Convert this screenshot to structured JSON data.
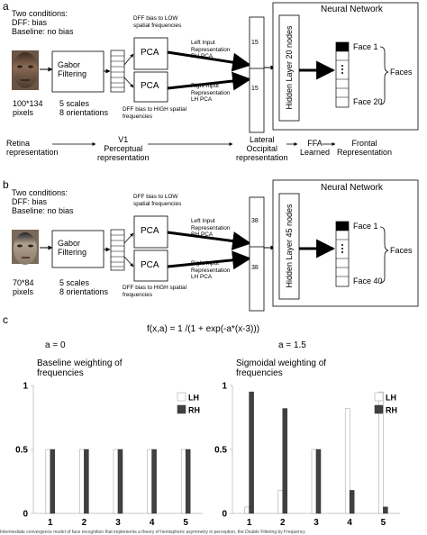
{
  "panel_a": {
    "letter": "a",
    "conditions_text": "Two conditions:\nDFF: bias\nBaseline: no bias",
    "gabor_label": "Gabor\nFiltering",
    "pixels_label": "100*134\npixels",
    "scales_label": "5 scales\n8 orientations",
    "dff_low": "DFF bias to LOW\nspatial frequencies",
    "dff_high": "DFF bias to HIGH spatial\nfrequencies",
    "pca_top": "PCA",
    "pca_bottom": "PCA",
    "left_input": "Left Input\nRepresentation\nRH PCA",
    "right_input": "Right Input\nRepresentation\nLH PCA",
    "pca_count_top": "15",
    "pca_count_bottom": "15",
    "hidden_layer": "Hidden Layer 20 nodes",
    "nn_title": "Neural Network",
    "face_first": "Face 1",
    "face_last": "Face 20",
    "faces_label": "Faces"
  },
  "pathway": {
    "items": [
      "Retina\nrepresentation",
      "V1\nPerceptual\nrepresentation",
      "Lateral\nOccipital\nrepresentation",
      "FFA\nLearned",
      "Frontal\nRepresentation"
    ]
  },
  "panel_b": {
    "letter": "b",
    "conditions_text": "Two conditions:\nDFF: bias\nBaseline: no bias",
    "gabor_label": "Gabor\nFiltering",
    "pixels_label": "70*84\npixels",
    "scales_label": "5 scales\n8 orientations",
    "dff_low": "DFF bias to LOW\nspatial frequencies",
    "dff_high": "DFF bias to HIGH spatial\nfrequencies",
    "pca_top": "PCA",
    "pca_bottom": "PCA",
    "left_input": "Left Input\nRepresentation\nRH PCA",
    "right_input": "Right Input\nRepresentation\nLH PCA",
    "pca_count_top": "38",
    "pca_count_bottom": "38",
    "hidden_layer": "Hidden Layer 45 nodes",
    "nn_title": "Neural Network",
    "face_first": "Face 1",
    "face_last": "Face 40",
    "faces_label": "Faces"
  },
  "panel_c": {
    "letter": "c",
    "formula": "f(x,a) = 1 /(1 + exp(-a*(x-3)))",
    "left_a": "a = 0",
    "right_a": "a = 1.5",
    "left_title": "Baseline weighting of\nfrequencies",
    "right_title": "Sigmoidal weighting of\nfrequencies",
    "legend_lh": "LH",
    "legend_rh": "RH"
  },
  "caption": "Intermediate convergence model of face recognition that implements a theory of hemispheric asymmetry in perception, the Double Filtering by Frequency",
  "colors": {
    "lh_fill": "#ffffff",
    "rh_fill": "#404040",
    "axis": "#c8c8c8"
  },
  "chart_data": [
    {
      "type": "bar",
      "title": "Baseline weighting of frequencies",
      "categories": [
        "1",
        "2",
        "3",
        "4",
        "5"
      ],
      "series": [
        {
          "name": "LH",
          "values": [
            0.5,
            0.5,
            0.5,
            0.5,
            0.5
          ]
        },
        {
          "name": "RH",
          "values": [
            0.5,
            0.5,
            0.5,
            0.5,
            0.5
          ]
        }
      ],
      "yticks": [
        "0",
        "0.5",
        "1"
      ],
      "ylim": [
        0,
        1
      ],
      "legend": "top-right"
    },
    {
      "type": "bar",
      "title": "Sigmoidal weighting of frequencies",
      "categories": [
        "1",
        "2",
        "3",
        "4",
        "5"
      ],
      "series": [
        {
          "name": "LH",
          "values": [
            0.05,
            0.18,
            0.5,
            0.82,
            0.95
          ]
        },
        {
          "name": "RH",
          "values": [
            0.95,
            0.82,
            0.5,
            0.18,
            0.05
          ]
        }
      ],
      "yticks": [
        "0",
        "0.5",
        "1"
      ],
      "ylim": [
        0,
        1
      ],
      "legend": "top-right"
    }
  ]
}
